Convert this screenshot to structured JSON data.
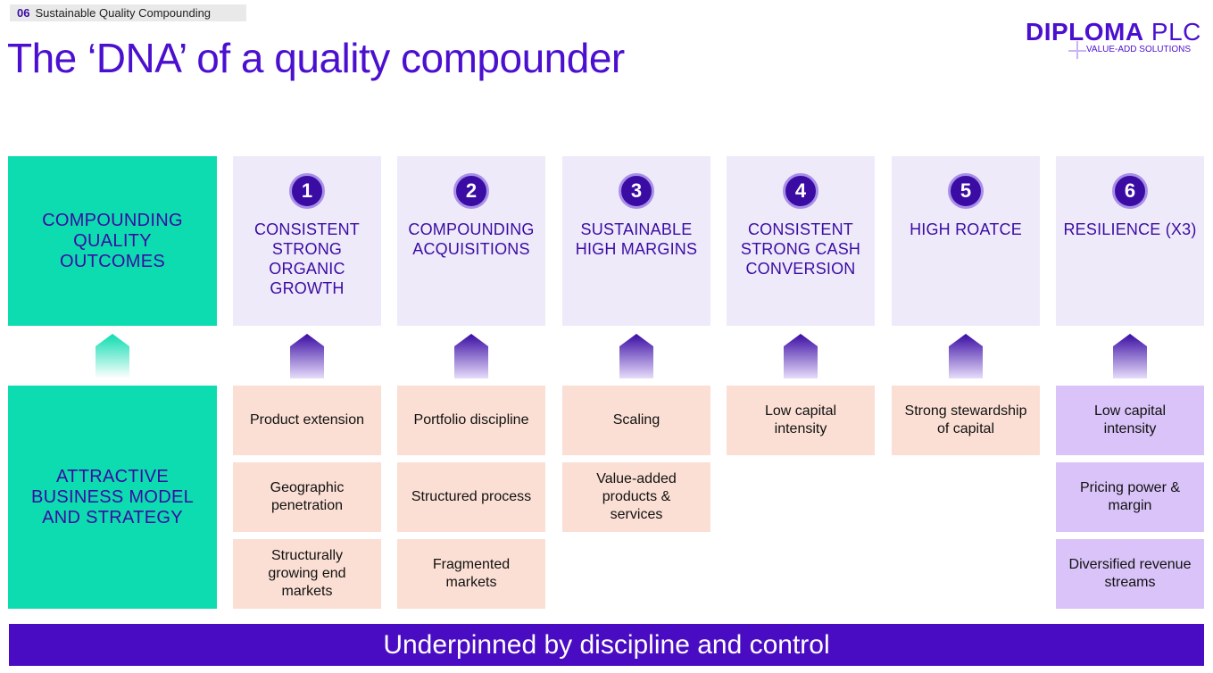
{
  "header": {
    "section_number": "06",
    "section_label": "Sustainable Quality Compounding"
  },
  "title": "The ‘DNA’ of a quality compounder",
  "logo": {
    "name_bold": "DIPLOMA",
    "name_light": "PLC",
    "tagline": "VALUE-ADD SOLUTIONS"
  },
  "left": {
    "top_label": "COMPOUNDING QUALITY OUTCOMES",
    "bottom_label": "ATTRACTIVE BUSINESS MODEL AND STRATEGY"
  },
  "columns": [
    {
      "number": "1",
      "title": "CONSISTENT STRONG ORGANIC GROWTH",
      "items": [
        "Product extension",
        "Geographic penetration",
        "Structurally growing end markets"
      ]
    },
    {
      "number": "2",
      "title": "COMPOUNDING ACQUISITIONS",
      "items": [
        "Portfolio discipline",
        "Structured process",
        "Fragmented markets"
      ]
    },
    {
      "number": "3",
      "title": "SUSTAINABLE HIGH MARGINS",
      "items": [
        "Scaling",
        "Value-added products & services"
      ]
    },
    {
      "number": "4",
      "title": "CONSISTENT STRONG CASH CONVERSION",
      "items": [
        "Low capital intensity"
      ]
    },
    {
      "number": "5",
      "title": "HIGH ROATCE",
      "items": [
        "Strong stewardship of capital"
      ]
    },
    {
      "number": "6",
      "title": "RESILIENCE (X3)",
      "items": [
        "Low capital intensity",
        "Pricing power & margin",
        "Diversified revenue streams"
      ]
    }
  ],
  "footer": "Underpinned by discipline and control",
  "colors": {
    "primary": "#4b0fcf",
    "green": "#0cdcb0",
    "peach": "#fbdfd4",
    "lilac": "#d9c3f8",
    "card": "#efeaf9"
  }
}
